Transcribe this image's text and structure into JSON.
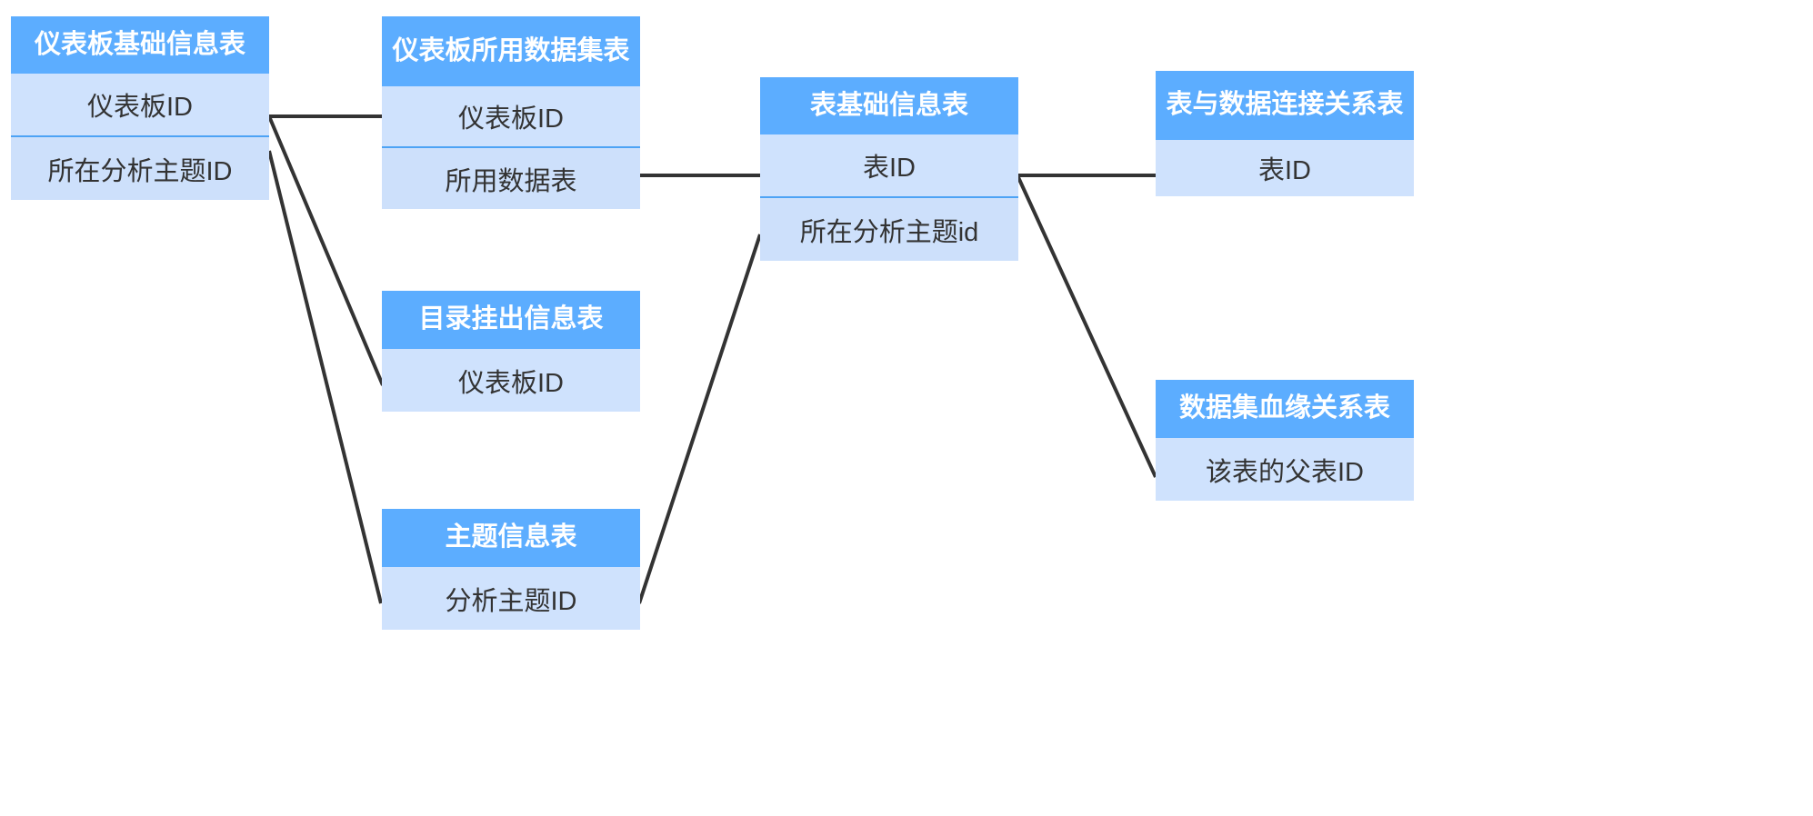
{
  "diagram": {
    "title": "",
    "colors": {
      "header_bg": "#5cadff",
      "row_bg": "#cfe2fd",
      "row_bg_alt": "#cde0fb",
      "header_text": "#ffffff",
      "row_text": "#333333",
      "separator": "#4da3f5",
      "edge": "#333333",
      "canvas_bg": "#ffffff"
    },
    "entities": [
      {
        "id": "dashboard-basic-info",
        "title": "仪表板基础信息表",
        "rows": [
          "仪表板ID",
          "所在分析主题ID"
        ]
      },
      {
        "id": "dashboard-used-dataset",
        "title": "仪表板所用数据集表",
        "rows": [
          "仪表板ID",
          "所用数据表"
        ]
      },
      {
        "id": "catalog-mount-info",
        "title": "目录挂出信息表",
        "rows": [
          "仪表板ID"
        ]
      },
      {
        "id": "subject-info",
        "title": "主题信息表",
        "rows": [
          "分析主题ID"
        ]
      },
      {
        "id": "table-basic-info",
        "title": "表基础信息表",
        "rows": [
          "表ID",
          "所在分析主题id"
        ]
      },
      {
        "id": "table-data-connection-relation",
        "title": "表与数据连接关系表",
        "rows": [
          "表ID"
        ]
      },
      {
        "id": "dataset-lineage-relation",
        "title": "数据集血缘关系表",
        "rows": [
          "该表的父表ID"
        ]
      }
    ],
    "edges": [
      {
        "id": "edge-dashboard-id-to-used-dataset",
        "from": "dashboard-basic-info.仪表板ID",
        "to": "dashboard-used-dataset.仪表板ID"
      },
      {
        "id": "edge-dashboard-id-to-catalog-mount",
        "from": "dashboard-basic-info.仪表板ID",
        "to": "catalog-mount-info.仪表板ID"
      },
      {
        "id": "edge-subject-id-to-subject-info",
        "from": "dashboard-basic-info.所在分析主题ID",
        "to": "subject-info.分析主题ID"
      },
      {
        "id": "edge-used-dataset-to-table-id",
        "from": "dashboard-used-dataset.所用数据表",
        "to": "table-basic-info.表ID"
      },
      {
        "id": "edge-table-subject-to-subject-info",
        "from": "table-basic-info.所在分析主题id",
        "to": "subject-info.分析主题ID"
      },
      {
        "id": "edge-table-id-to-connection-relation",
        "from": "table-basic-info.表ID",
        "to": "table-data-connection-relation.表ID"
      },
      {
        "id": "edge-table-id-to-lineage",
        "from": "table-basic-info.表ID",
        "to": "dataset-lineage-relation.该表的父表ID"
      }
    ]
  }
}
